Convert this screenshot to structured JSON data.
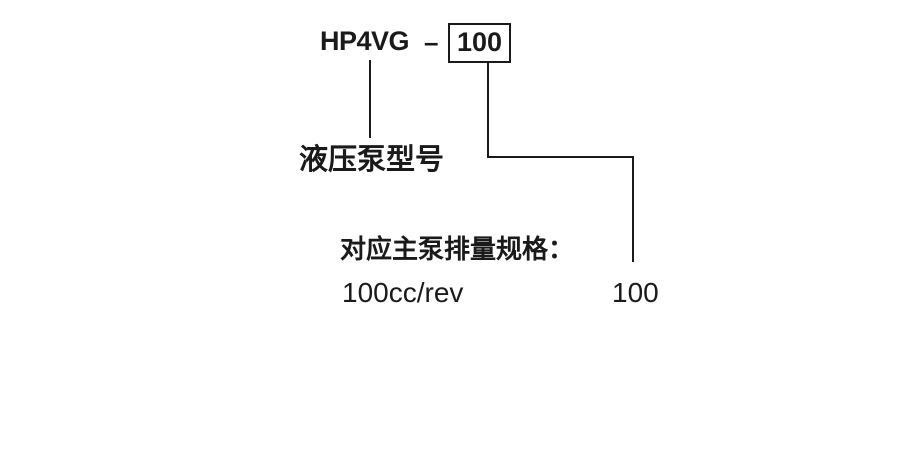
{
  "diagram": {
    "model_code": {
      "prefix": "HP4VG",
      "separator": "–",
      "boxed_value": "100"
    },
    "labels": {
      "model_label": "液压泵型号",
      "spec_label": "对应主泵排量规格：",
      "spec_value_left": "100cc/rev",
      "spec_value_right": "100"
    },
    "colors": {
      "text": "#1a1a1a",
      "line": "#1a1a1a",
      "background": "#ffffff"
    }
  }
}
